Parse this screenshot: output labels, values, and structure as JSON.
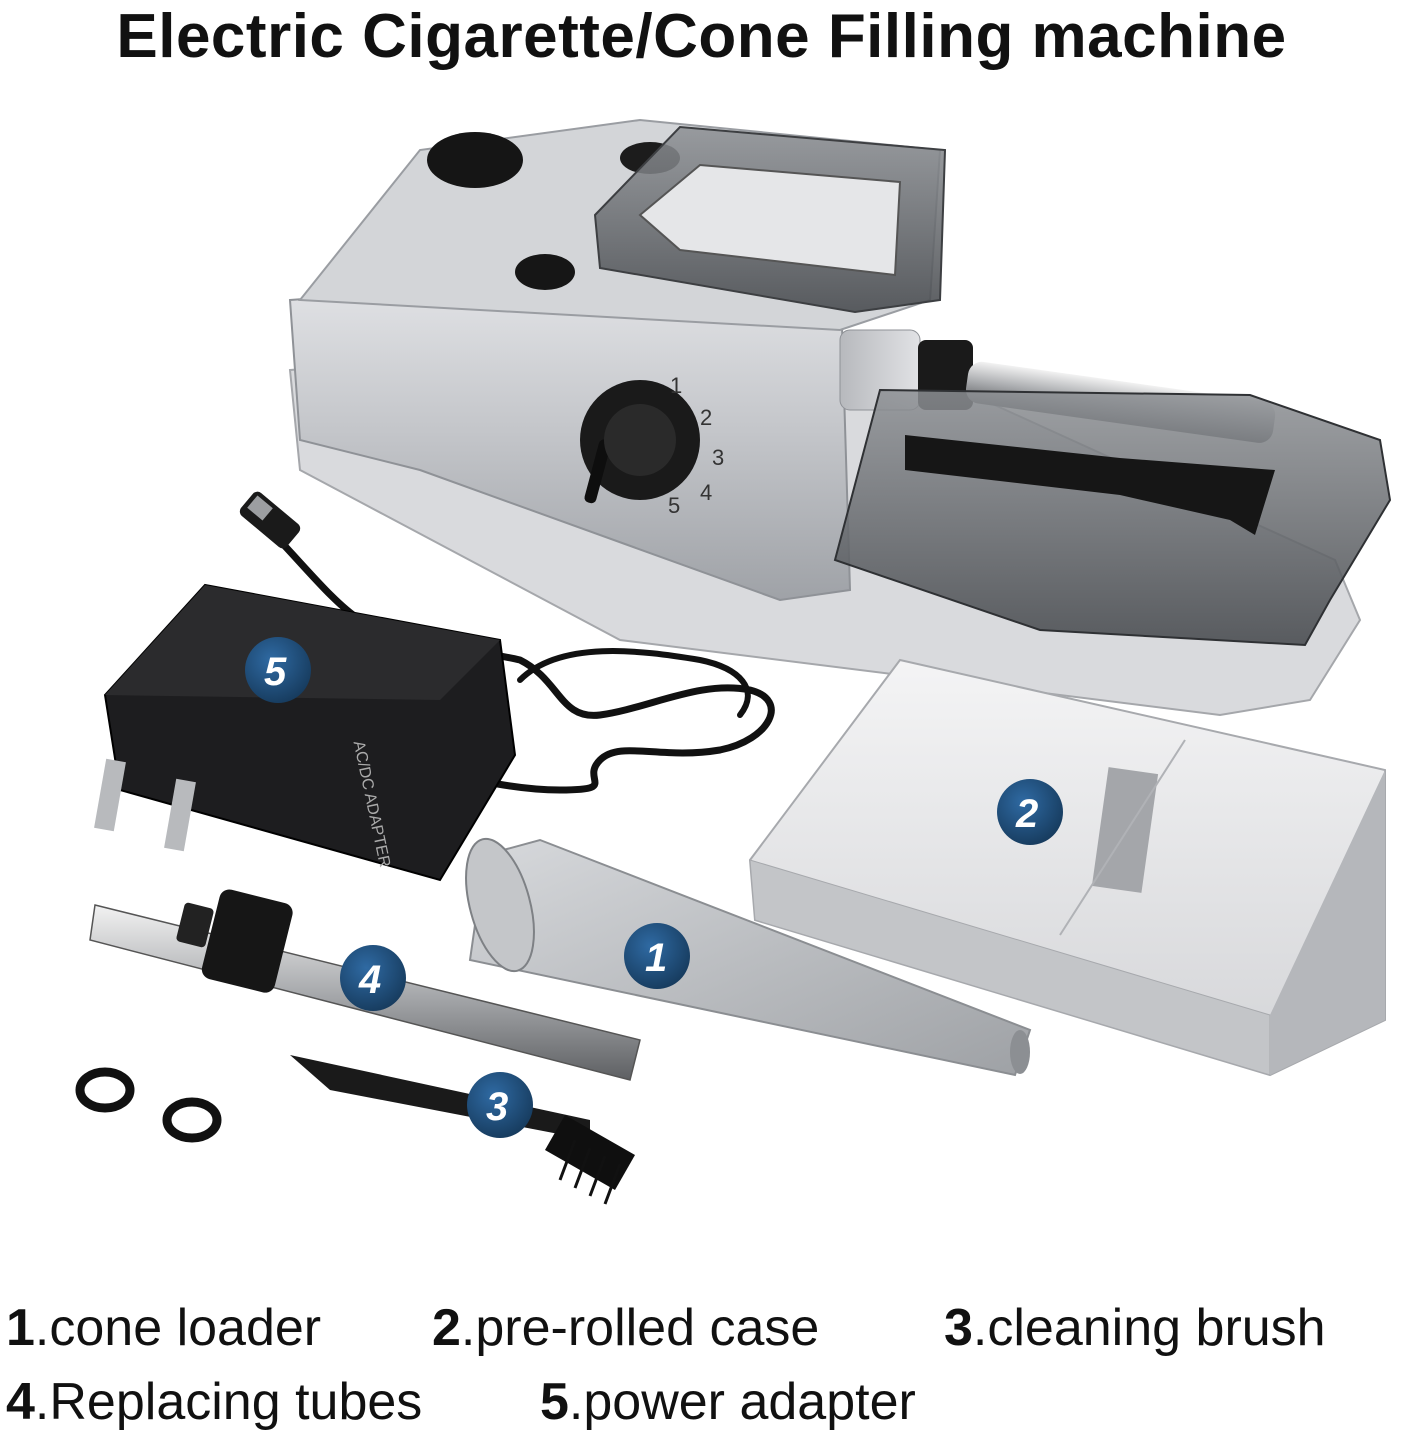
{
  "title": "Electric Cigarette/Cone Filling machine",
  "machine": {
    "dial_numbers": [
      "1",
      "2",
      "3",
      "4",
      "5"
    ]
  },
  "badges": [
    "1",
    "2",
    "3",
    "4",
    "5"
  ],
  "adapter_label_text": "AC/DC ADAPTER",
  "legend": [
    {
      "num": "1",
      "text": ".cone loader"
    },
    {
      "num": "2",
      "text": ".pre-rolled case"
    },
    {
      "num": "3",
      "text": ".cleaning brush"
    },
    {
      "num": "4",
      "text": ".Replacing tubes"
    },
    {
      "num": "5",
      "text": ".power adapter"
    }
  ],
  "colors": {
    "badge_fill": "#1f4e79",
    "silver": "#c9cbcf",
    "dark": "#1b1b1b",
    "smoke": "#6b6e72"
  }
}
